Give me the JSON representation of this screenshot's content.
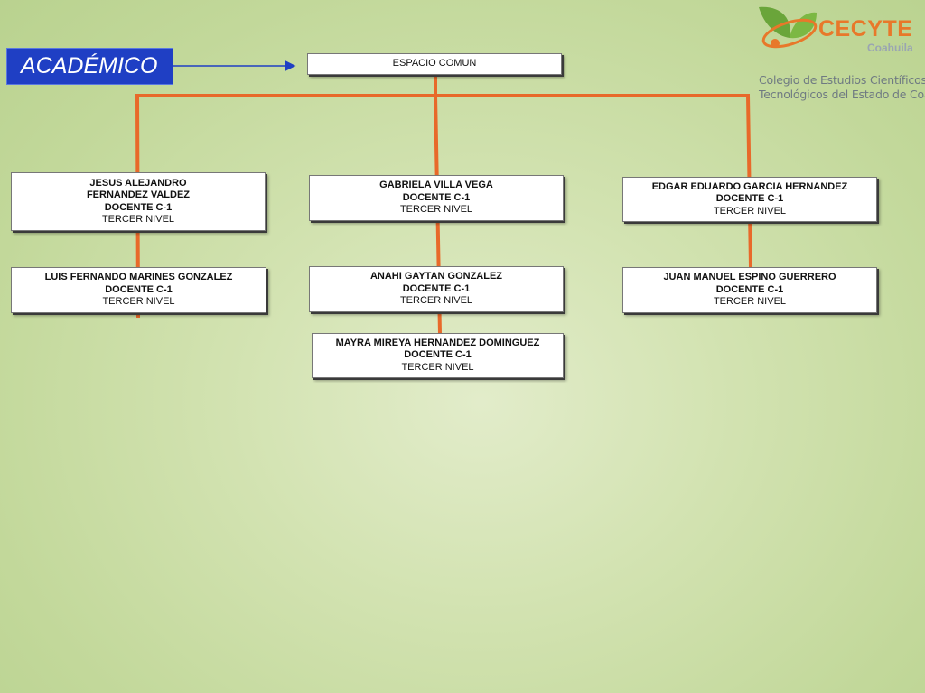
{
  "title": "ACADÉMICO",
  "root": "ESPACIO COMUN",
  "logo": {
    "brand": "CECYTE",
    "state": "Coahuila",
    "line1": "Colegio de Estudios Científicos y",
    "line2": "Tecnológicos del Estado de Coahuila"
  },
  "colors": {
    "connector": "#e8692a",
    "title_bg": "#1f3fc4"
  },
  "columns": [
    {
      "nodes": [
        {
          "name": "JESUS ALEJANDRO\nFERNANDEZ VALDEZ",
          "role": "DOCENTE C-1",
          "level": "TERCER NIVEL"
        },
        {
          "name": "LUIS FERNANDO MARINES GONZALEZ",
          "role": "DOCENTE C-1",
          "level": "TERCER NIVEL"
        }
      ]
    },
    {
      "nodes": [
        {
          "name": "GABRIELA VILLA VEGA",
          "role": "DOCENTE C-1",
          "level": "TERCER NIVEL"
        },
        {
          "name": "ANAHI GAYTAN GONZALEZ",
          "role": "DOCENTE C-1",
          "level": "TERCER NIVEL"
        },
        {
          "name": "MAYRA MIREYA HERNANDEZ DOMINGUEZ",
          "role": "DOCENTE C-1",
          "level": "TERCER NIVEL"
        }
      ]
    },
    {
      "nodes": [
        {
          "name": "EDGAR EDUARDO GARCIA HERNANDEZ",
          "role": "DOCENTE C-1",
          "level": "TERCER NIVEL"
        },
        {
          "name": "JUAN MANUEL ESPINO GUERRERO",
          "role": "DOCENTE C-1",
          "level": "TERCER NIVEL"
        }
      ]
    }
  ]
}
